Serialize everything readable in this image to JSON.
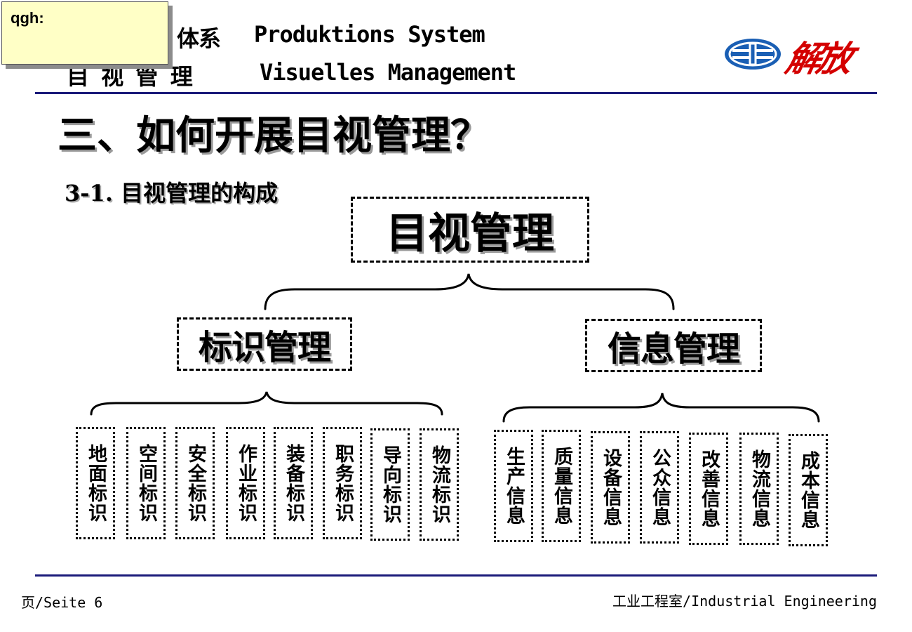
{
  "header": {
    "line1_left": "体系",
    "line1_right": "Produktions System",
    "line2_left": "目 视 管 理",
    "line2_right": "Visuelles Management",
    "logo_text": "解放"
  },
  "note": {
    "text": "qgh:"
  },
  "title": "三、如何开展目视管理？",
  "subtitle": "3-1. 目视管理的构成",
  "diagram": {
    "root": "目视管理",
    "left": {
      "label": "标识管理",
      "items": [
        "地面标识",
        "空间标识",
        "安全标识",
        "作业标识",
        "装备标识",
        "职务标识",
        "导向标识",
        "物流标识"
      ]
    },
    "right": {
      "label": "信息管理",
      "items": [
        "生产信息",
        "质量信息",
        "设备信息",
        "公众信息",
        "改善信息",
        "物流信息",
        "成本信息"
      ]
    }
  },
  "footer": {
    "left": "页/Seite 6",
    "right": "工业工程室/Industrial Engineering"
  },
  "colors": {
    "rule": "#1a1a7a",
    "logo_blue": "#1a5fb4",
    "logo_red": "#d40000",
    "note_bg": "#ffffc6"
  }
}
